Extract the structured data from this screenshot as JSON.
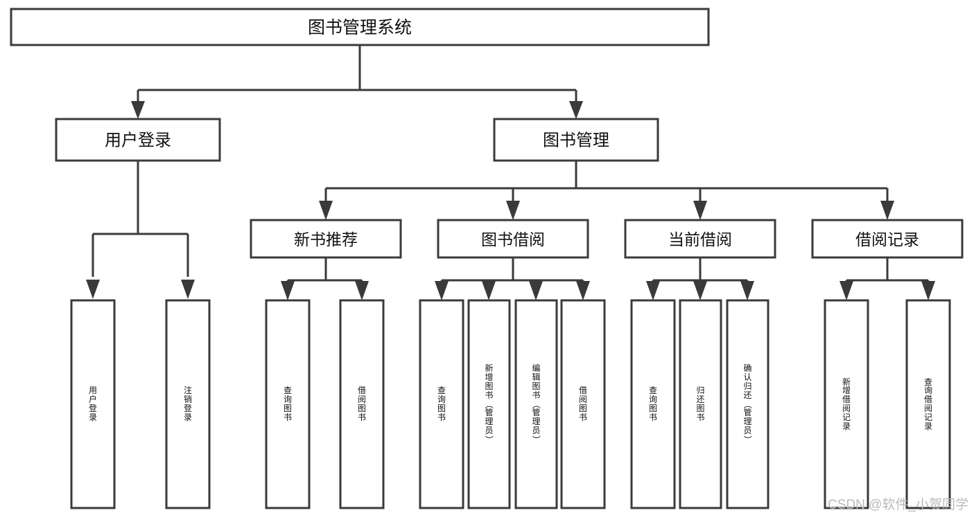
{
  "diagram": {
    "title": "图书管理系统",
    "type": "hierarchy-tree",
    "background_color": "#ffffff",
    "line_color": "#3a3a3a",
    "text_color": "#111111",
    "root": {
      "id": "root",
      "label": "图书管理系统",
      "level": 1
    },
    "level2": [
      {
        "id": "user-login",
        "label": "用户登录",
        "level": 2
      },
      {
        "id": "book-management",
        "label": "图书管理",
        "level": 2
      }
    ],
    "level3": [
      {
        "id": "new-book-recommend",
        "label": "新书推荐",
        "level": 3,
        "parent": "book-management"
      },
      {
        "id": "book-borrow",
        "label": "图书借阅",
        "level": 3,
        "parent": "book-management"
      },
      {
        "id": "current-borrow",
        "label": "当前借阅",
        "level": 3,
        "parent": "book-management"
      },
      {
        "id": "borrow-record",
        "label": "借阅记录",
        "level": 3,
        "parent": "book-management"
      }
    ],
    "leaves": [
      {
        "id": "leaf-user-login",
        "label": "用户登录",
        "parent": "user-login"
      },
      {
        "id": "leaf-user-logout",
        "label": "注销登录",
        "parent": "user-login"
      },
      {
        "id": "leaf-query-book-1",
        "label": "查询图书",
        "parent": "new-book-recommend"
      },
      {
        "id": "leaf-borrow-book-1",
        "label": "借阅图书",
        "parent": "new-book-recommend"
      },
      {
        "id": "leaf-query-book-2",
        "label": "查询图书",
        "parent": "book-borrow"
      },
      {
        "id": "leaf-add-book",
        "label": "新增图书（管理员）",
        "parent": "book-borrow"
      },
      {
        "id": "leaf-edit-book",
        "label": "编辑图书（管理员）",
        "parent": "book-borrow"
      },
      {
        "id": "leaf-borrow-book-2",
        "label": "借阅图书",
        "parent": "book-borrow"
      },
      {
        "id": "leaf-query-book-3",
        "label": "查询图书",
        "parent": "current-borrow"
      },
      {
        "id": "leaf-return-book",
        "label": "归还图书",
        "parent": "current-borrow"
      },
      {
        "id": "leaf-confirm-return",
        "label": "确认归还（管理员）",
        "parent": "current-borrow"
      },
      {
        "id": "leaf-add-record",
        "label": "新增借阅记录",
        "parent": "borrow-record"
      },
      {
        "id": "leaf-query-record",
        "label": "查询借阅记录",
        "parent": "borrow-record"
      }
    ],
    "edges": [
      {
        "from": "root",
        "to": "user-login"
      },
      {
        "from": "root",
        "to": "book-management"
      },
      {
        "from": "book-management",
        "to": "new-book-recommend"
      },
      {
        "from": "book-management",
        "to": "book-borrow"
      },
      {
        "from": "book-management",
        "to": "current-borrow"
      },
      {
        "from": "book-management",
        "to": "borrow-record"
      },
      {
        "from": "user-login",
        "to": "leaf-user-login"
      },
      {
        "from": "user-login",
        "to": "leaf-user-logout"
      },
      {
        "from": "new-book-recommend",
        "to": "leaf-query-book-1"
      },
      {
        "from": "new-book-recommend",
        "to": "leaf-borrow-book-1"
      },
      {
        "from": "book-borrow",
        "to": "leaf-query-book-2"
      },
      {
        "from": "book-borrow",
        "to": "leaf-add-book"
      },
      {
        "from": "book-borrow",
        "to": "leaf-edit-book"
      },
      {
        "from": "book-borrow",
        "to": "leaf-borrow-book-2"
      },
      {
        "from": "current-borrow",
        "to": "leaf-query-book-3"
      },
      {
        "from": "current-borrow",
        "to": "leaf-return-book"
      },
      {
        "from": "current-borrow",
        "to": "leaf-confirm-return"
      },
      {
        "from": "borrow-record",
        "to": "leaf-add-record"
      },
      {
        "from": "borrow-record",
        "to": "leaf-query-record"
      }
    ]
  },
  "watermark": {
    "text": "CSDN @软件_小贺同学"
  }
}
